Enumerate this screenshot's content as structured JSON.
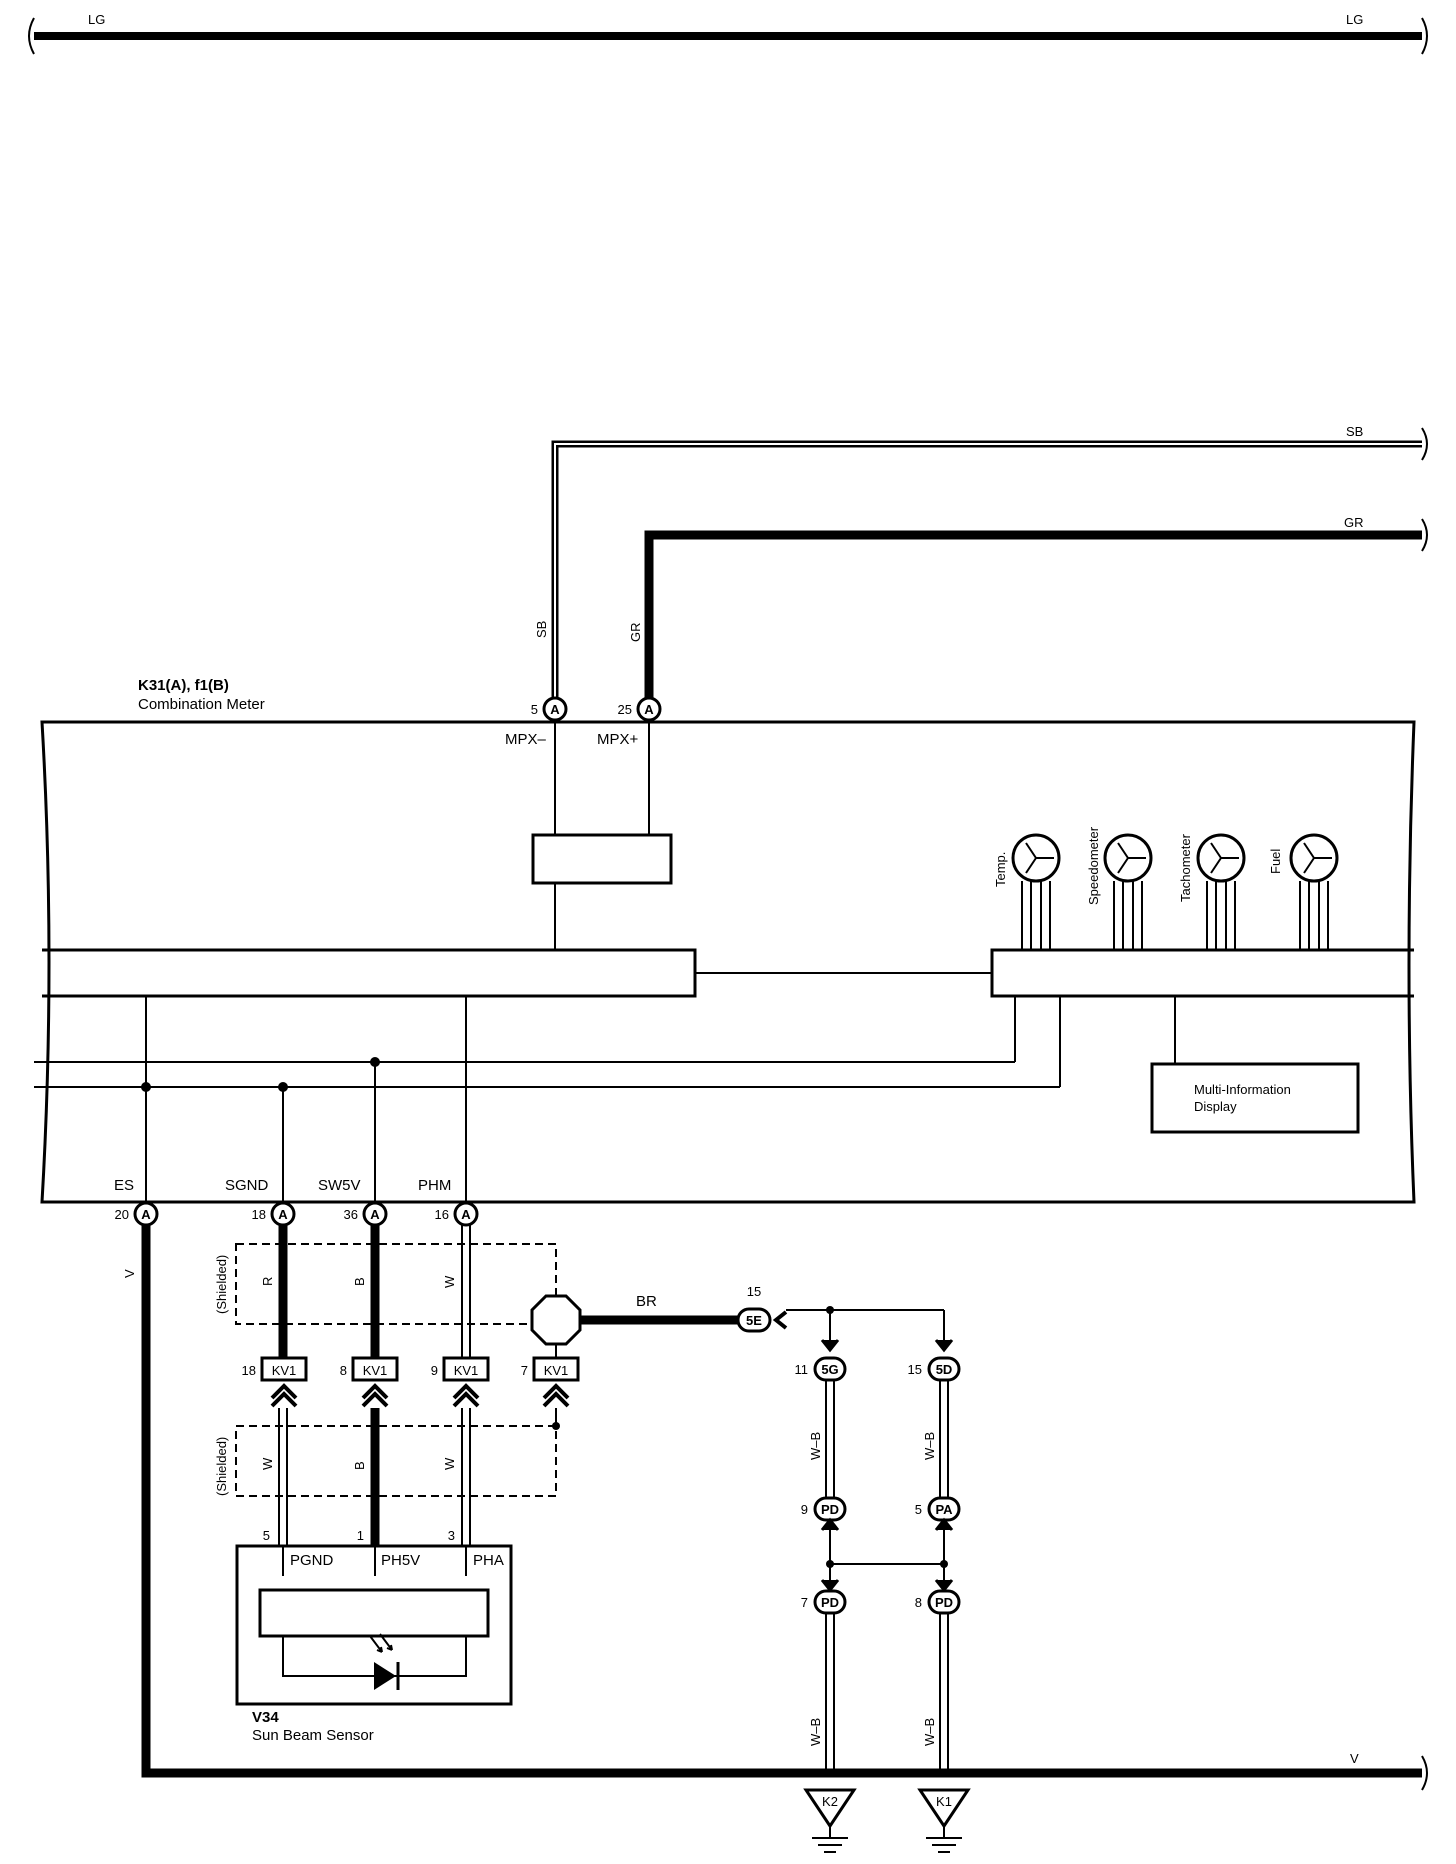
{
  "wires": {
    "lg_left": "LG",
    "lg_right": "LG",
    "sb_right": "SB",
    "gr_right": "GR",
    "sb_vert": "SB",
    "gr_vert": "GR",
    "v_vert": "V",
    "v_right": "V",
    "br": "BR"
  },
  "meter": {
    "id": "K31(A), f1(B)",
    "name": "Combination Meter",
    "gauges": [
      "Temp.",
      "Speedometer",
      "Tachometer",
      "Fuel"
    ],
    "mid_label": "Multi-Information",
    "mid_label2": "Display"
  },
  "meter_pins": {
    "mpx_minus": {
      "num": "5",
      "conn": "A",
      "name": "MPX–"
    },
    "mpx_plus": {
      "num": "25",
      "conn": "A",
      "name": "MPX+"
    },
    "es": {
      "num": "20",
      "conn": "A",
      "name": "ES"
    },
    "sgnd": {
      "num": "18",
      "conn": "A",
      "name": "SGND"
    },
    "sw5v": {
      "num": "36",
      "conn": "A",
      "name": "SW5V"
    },
    "phm": {
      "num": "16",
      "conn": "A",
      "name": "PHM"
    }
  },
  "shield_label": "(Shielded)",
  "upper_wire_colors": {
    "c1": "R",
    "c2": "B",
    "c3": "W"
  },
  "lower_wire_colors": {
    "c1": "W",
    "c2": "B",
    "c3": "W"
  },
  "kv1": [
    {
      "num": "18",
      "code": "KV1"
    },
    {
      "num": "8",
      "code": "KV1"
    },
    {
      "num": "9",
      "code": "KV1"
    },
    {
      "num": "7",
      "code": "KV1"
    }
  ],
  "junctions": {
    "j5e": {
      "num": "15",
      "code": "5E"
    },
    "j5g": {
      "num": "11",
      "code": "5G"
    },
    "j5d": {
      "num": "15",
      "code": "5D"
    },
    "pd9": {
      "num": "9",
      "code": "PD"
    },
    "pa5": {
      "num": "5",
      "code": "PA"
    },
    "pd7": {
      "num": "7",
      "code": "PD"
    },
    "pd8": {
      "num": "8",
      "code": "PD"
    },
    "wb1": "W–B",
    "wb2": "W–B",
    "wb3": "W–B",
    "wb4": "W–B"
  },
  "grounds": {
    "k2": "K2",
    "k1": "K1"
  },
  "sensor": {
    "id": "V34",
    "name": "Sun Beam Sensor",
    "pins": [
      {
        "num": "5",
        "name": "PGND"
      },
      {
        "num": "1",
        "name": "PH5V"
      },
      {
        "num": "3",
        "name": "PHA"
      }
    ]
  }
}
